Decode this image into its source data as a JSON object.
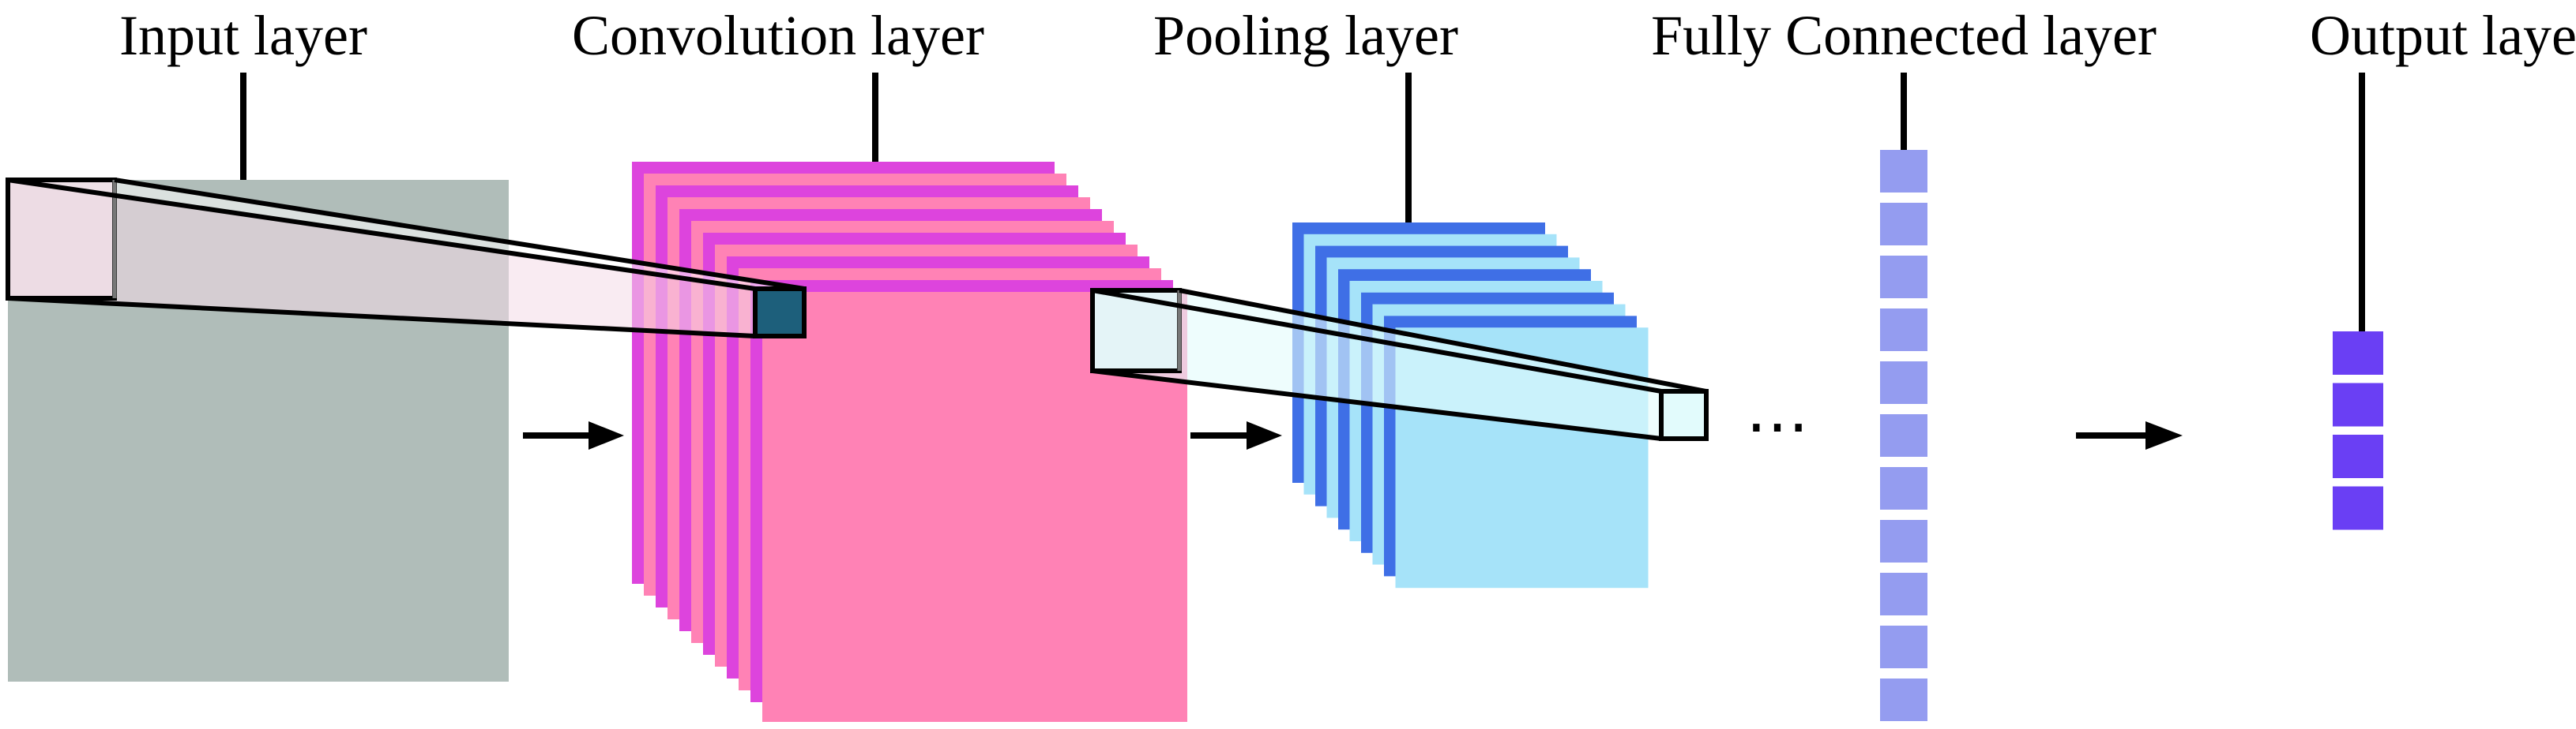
{
  "labels": {
    "input": "Input layer",
    "convolution": "Convolution layer",
    "pooling": "Pooling layer",
    "fully_connected": "Fully Connected layer",
    "output": "Output layer"
  },
  "ellipsis": "⋯",
  "colors": {
    "input": "#b0bdb9",
    "conv_back": "#dd44dd",
    "conv_front": "#ff82b5",
    "conv_receptive": "#1d5f7b",
    "pool_back": "#3f6fe6",
    "pool_front": "#a6e3f9",
    "fc_unit": "#949cf0",
    "output_unit": "#6a3ff4",
    "line": "#000000"
  },
  "counts": {
    "conv_feature_maps": 12,
    "pool_feature_maps": 10,
    "fc_units": 11,
    "output_units": 4
  }
}
